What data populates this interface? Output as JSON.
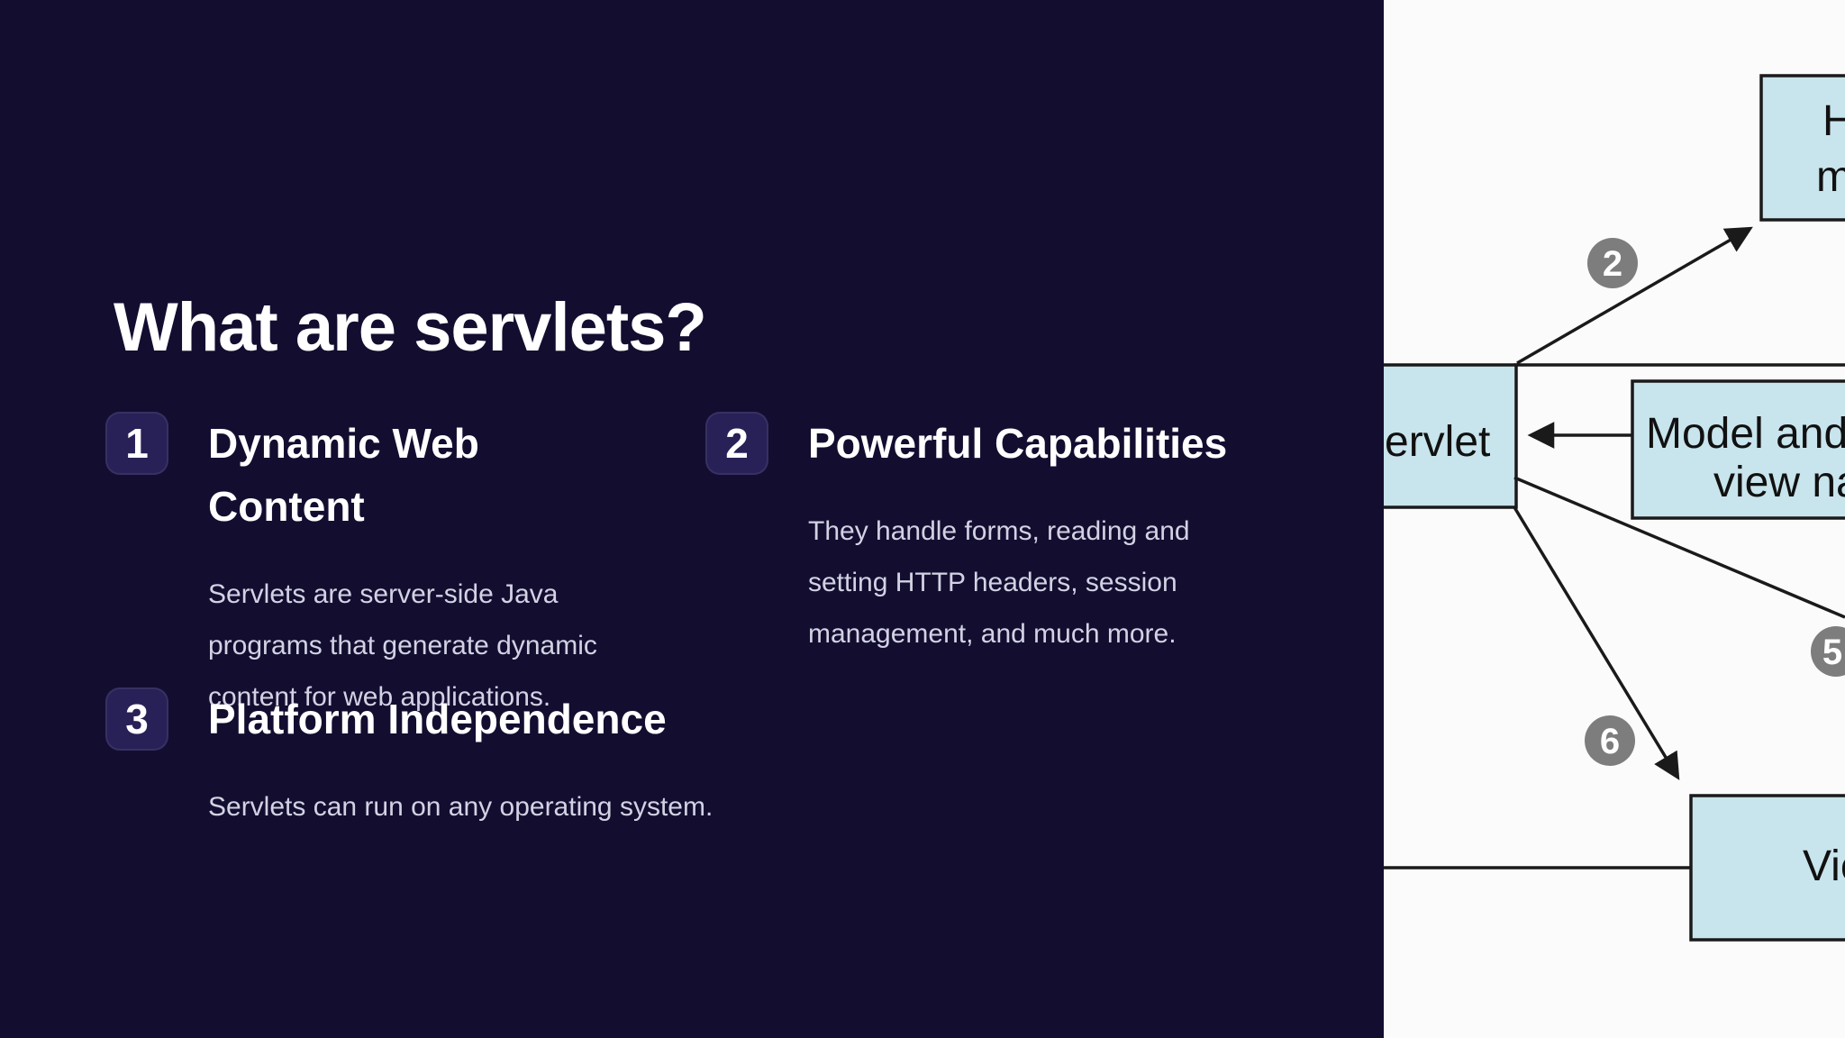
{
  "theme": {
    "panel_bg": "#130e30",
    "badge_bg": "#282157",
    "title_color": "#ffffff",
    "body_color": "#d2d2e4",
    "diagram_bg": "#fbfbfb",
    "diagram_box_fill": "#c8e4ec",
    "diagram_line_color": "#1a1a1a",
    "diagram_badge_fill": "#7d7d7d"
  },
  "slide": {
    "title": "What are servlets?",
    "items": [
      {
        "number": "1",
        "heading": "Dynamic Web Content",
        "body": "Servlets are server-side Java programs that generate dynamic content for web applications."
      },
      {
        "number": "2",
        "heading": "Powerful Capabilities",
        "body": "They handle forms, reading and setting HTTP headers, session management, and much more."
      },
      {
        "number": "3",
        "heading": "Platform Independence",
        "body": "Servlets can run on any operating system."
      }
    ]
  },
  "diagram": {
    "servlet_box_label": "ervlet",
    "handler_box_lines": [
      "H",
      "m"
    ],
    "model_box_lines": [
      "Model and",
      "view na"
    ],
    "view_box_label": "Vie",
    "badges": {
      "two": "2",
      "five": "5",
      "six": "6"
    }
  }
}
